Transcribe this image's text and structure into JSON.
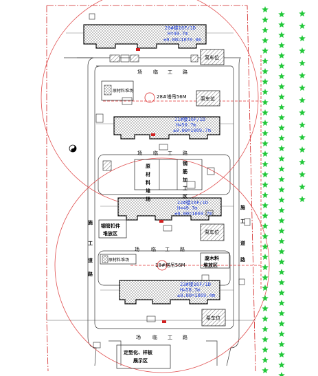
{
  "buildings": [
    {
      "name": "20#楼16F/1D",
      "height": "H=49.7m",
      "elev": "±0.00=1070.0m"
    },
    {
      "name": "21#楼16F/1D",
      "height": "H=50.7m",
      "elev": "±0.00=1069.7m"
    },
    {
      "name": "22#楼16F/1D",
      "height": "H=49.7m",
      "elev": "±0.00=1069.7m"
    },
    {
      "name": "23#楼16F/1D",
      "height": "H=50.7m",
      "elev": "±0.00=1069.4m"
    }
  ],
  "parking": [
    "泵车位",
    "泵车位",
    "泵车位",
    "泵车位"
  ],
  "cranes": {
    "upper": "28#塔吊56M",
    "lower": "18#塔吊56M"
  },
  "yards": {
    "raw_material": [
      "原",
      "材",
      "料",
      "堆",
      "场"
    ],
    "rebar": [
      "钢",
      "筋",
      "加",
      "工",
      "区"
    ],
    "pipe": [
      "钢管扣件",
      "堆放区"
    ],
    "waste": [
      "废木料",
      "堆放区"
    ],
    "display": [
      "定型化、样板",
      "展示区"
    ],
    "small1": "原材料堆场",
    "small2": "原材料堆场"
  },
  "roads": {
    "h1": [
      "场",
      "临",
      "工",
      "路"
    ],
    "h2": [
      "场",
      "临",
      "工",
      "路"
    ],
    "h3": [
      "场",
      "临",
      "工",
      "路"
    ],
    "h4": [
      "场",
      "临",
      "工",
      "路"
    ],
    "v_left": [
      "施",
      "工",
      "道",
      "路"
    ],
    "v_right": [
      "施",
      "工",
      "道",
      "路"
    ]
  }
}
